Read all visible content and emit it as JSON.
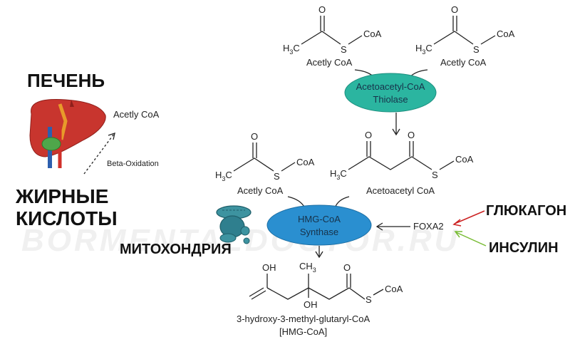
{
  "watermark": "BORMENTALDOCTOR.RU",
  "labels": {
    "liver": "ПЕЧЕНЬ",
    "fatty_acids_line1": "ЖИРНЫЕ",
    "fatty_acids_line2": "КИСЛОТЫ",
    "mitochondria": "МИТОХОНДРИЯ",
    "glucagon": "ГЛЮКАГОН",
    "insulin": "ИНСУЛИН",
    "beta_oxidation": "Beta-Oxidation",
    "acetyl_coa_liver": "Acetly CoA",
    "foxa2": "FOXA2"
  },
  "molecules": {
    "acetyl_coa_left": "Acetly CoA",
    "acetyl_coa_right": "Acetly CoA",
    "acetyl_coa_mid": "Acetly CoA",
    "acetoacetyl_coa": "Acetoacetyl CoA",
    "hmg_coa_line1": "3-hydroxy-3-methyl-glutaryl-CoA",
    "hmg_coa_line2": "[HMG-CoA]"
  },
  "enzymes": {
    "thiolase_line1": "Acetoacetyl-CoA",
    "thiolase_line2": "Thiolase",
    "synthase_line1": "HMG-CoA",
    "synthase_line2": "Synthase"
  },
  "atoms": {
    "coa": "CoA",
    "s": "S",
    "o": "O",
    "h3c_h": "H",
    "h3c_3": "3",
    "h3c_c": "C",
    "ch3": "CH",
    "ch3_3": "3",
    "oh": "OH"
  },
  "colors": {
    "thiolase_fill": "#2bb5a0",
    "synthase_fill": "#2a8fd0",
    "glucagon_arrow": "#cc2222",
    "insulin_arrow": "#77bb33",
    "liver_red": "#c8352e",
    "gallbladder_green": "#4fa64a",
    "mito_teal": "#2f7f8e"
  }
}
